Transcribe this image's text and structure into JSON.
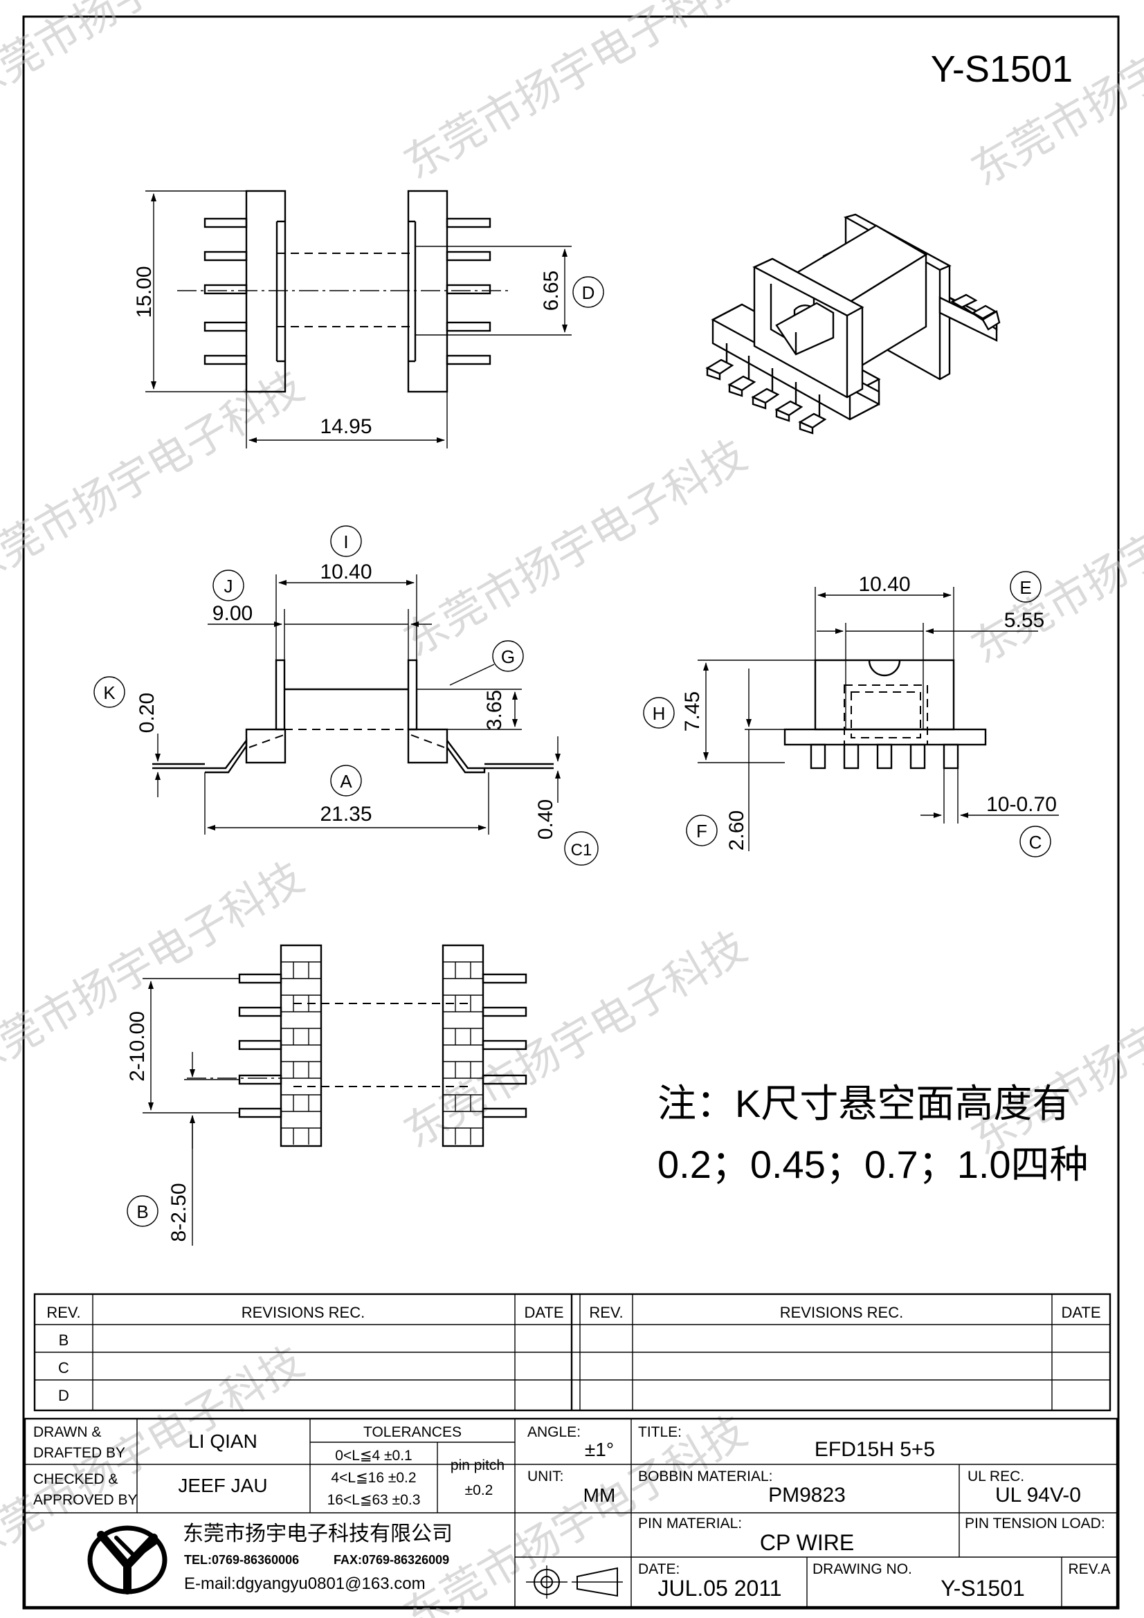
{
  "drawing_code": "Y-S1501",
  "watermark": "东莞市扬宇电子科技",
  "top_view": {
    "dim_height": "15.00",
    "dim_width": "14.95",
    "dim_pitch": "6.65",
    "label": "D"
  },
  "front_view": {
    "label_i": "I",
    "label_j": "J",
    "label_k": "K",
    "label_g": "G",
    "label_a": "A",
    "label_c1": "C1",
    "dim_top": "10.40",
    "dim_inner": "9.00",
    "dim_k": "0.20",
    "dim_g": "3.65",
    "dim_a": "21.35",
    "dim_c1": "0.40"
  },
  "side_view": {
    "label_e": "E",
    "label_h": "H",
    "label_f": "F",
    "label_c": "C",
    "dim_top": "10.40",
    "dim_e": "5.55",
    "dim_h": "7.45",
    "dim_f": "2.60",
    "dim_c": "10-0.70"
  },
  "bottom_view": {
    "label_b": "B",
    "dim_span": "2-10.00",
    "dim_b": "8-2.50"
  },
  "note": {
    "line1": "注：K尺寸悬空面高度有",
    "line2": "0.2；0.45；0.7；1.0四种"
  },
  "revisions": {
    "header_rev": "REV.",
    "header_rec": "REVISIONS   REC.",
    "header_date": "DATE",
    "rows": [
      "B",
      "C",
      "D"
    ]
  },
  "title_block": {
    "drawn_label_1": "DRAWN  &",
    "drawn_label_2": "DRAFTED  BY",
    "drawn_by": "LI QIAN",
    "checked_label_1": "CHECKED  &",
    "checked_label_2": "APPROVED  BY",
    "checked_by": "JEEF JAU",
    "tolerances_label": "TOLERANCES",
    "tol_1": "0<L≦4    ±0.1",
    "tol_2": "4<L≦16  ±0.2",
    "tol_3": "16<L≦63  ±0.3",
    "pin_pitch_label": "pin  pitch",
    "pin_pitch_value": "±0.2",
    "angle_label": "ANGLE:",
    "angle_value": "±1°",
    "unit_label": "UNIT:",
    "unit_value": "MM",
    "title_label": "TITLE:",
    "title_value": "EFD15H  5+5",
    "bobbin_label": "BOBBIN  MATERIAL:",
    "bobbin_value": "PM9823",
    "ul_label": "UL  REC.",
    "ul_value": "UL  94V-0",
    "pin_material_label": "PIN  MATERIAL:",
    "pin_material_value": "CP  WIRE",
    "pin_tension_label": "PIN  TENSION  LOAD:",
    "company": "东莞市扬宇电子科技有限公司",
    "tel": "TEL:0769-86360006",
    "fax": "FAX:0769-86326009",
    "email": "E-mail:dgyangyu0801@163.com",
    "date_label": "DATE:",
    "date_value": "JUL.05  2011",
    "drawing_no_label": "DRAWING  NO.",
    "drawing_no_value": "Y-S1501",
    "rev_label": "REV.A"
  }
}
